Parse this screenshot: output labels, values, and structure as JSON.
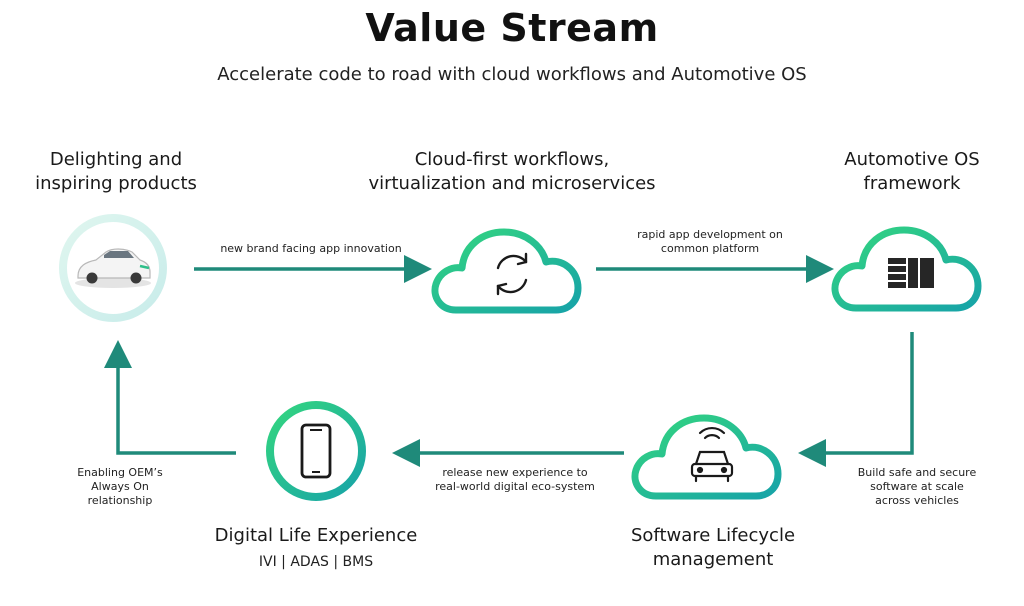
{
  "title": "Value Stream",
  "subtitle": "Accelerate code to road with cloud workflows and Automotive OS",
  "nodes": {
    "products": {
      "line1": "Delighting and",
      "line2": "inspiring products"
    },
    "cloud": {
      "line1": "Cloud-first workflows,",
      "line2": "virtualization and microservices"
    },
    "os": {
      "line1": "Automotive OS",
      "line2": "framework"
    },
    "lifecycle": {
      "line1": "Software Lifecycle",
      "line2": "management"
    },
    "digital": {
      "line1": "Digital Life Experience",
      "sub": "IVI | ADAS | BMS"
    }
  },
  "edges": {
    "products_to_cloud": "new brand facing app innovation",
    "cloud_to_os": {
      "line1": "rapid app development on",
      "line2": "common platform"
    },
    "os_to_lifecycle": {
      "line1": "Build safe and secure",
      "line2": "software at scale",
      "line3": "across vehicles"
    },
    "lifecycle_to_digital": {
      "line1": "release new experience to",
      "line2": "real-world digital eco-system"
    },
    "digital_to_products": {
      "line1": "Enabling OEM’s",
      "line2": "Always On",
      "line3": "relationship"
    }
  },
  "colors": {
    "arrow": "#1f8a7a",
    "cloud_outer": "#2fcf86",
    "cloud_inner": "#1aa6a6",
    "ring_light": "#d4f1ea",
    "icon": "#1a1a1a"
  },
  "icons": {
    "products": "car-icon",
    "cloud": "sync-icon",
    "os": "layout-icon",
    "lifecycle": "connected-car-icon",
    "digital": "smartphone-icon"
  }
}
